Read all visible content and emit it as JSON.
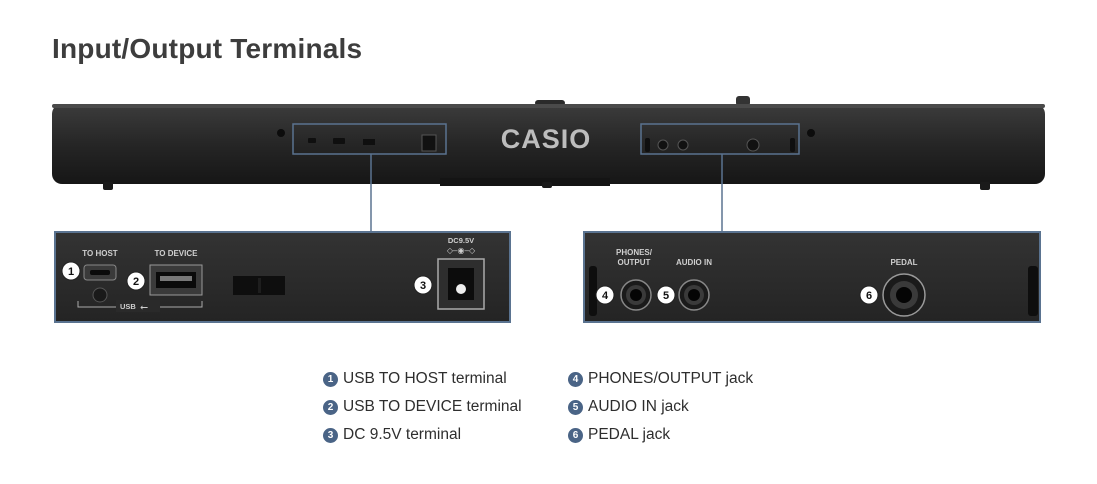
{
  "title": "Input/Output Terminals",
  "brand": "CASIO",
  "colors": {
    "accent": "#4a6486",
    "callout_line": "#5a7390",
    "panel": "#2b2b2b"
  },
  "left_panel": {
    "to_host": "TO HOST",
    "to_device": "TO DEVICE",
    "usb": "USB",
    "dc": "DC9.5V"
  },
  "right_panel": {
    "phones": [
      "PHONES/",
      "OUTPUT"
    ],
    "audio_in": "AUDIO IN",
    "pedal": "PEDAL"
  },
  "legend": [
    {
      "num": "1",
      "text": "USB TO HOST terminal"
    },
    {
      "num": "2",
      "text": "USB TO DEVICE terminal"
    },
    {
      "num": "3",
      "text": "DC 9.5V terminal"
    },
    {
      "num": "4",
      "text": "PHONES/OUTPUT jack"
    },
    {
      "num": "5",
      "text": "AUDIO IN jack"
    },
    {
      "num": "6",
      "text": "PEDAL jack"
    }
  ]
}
